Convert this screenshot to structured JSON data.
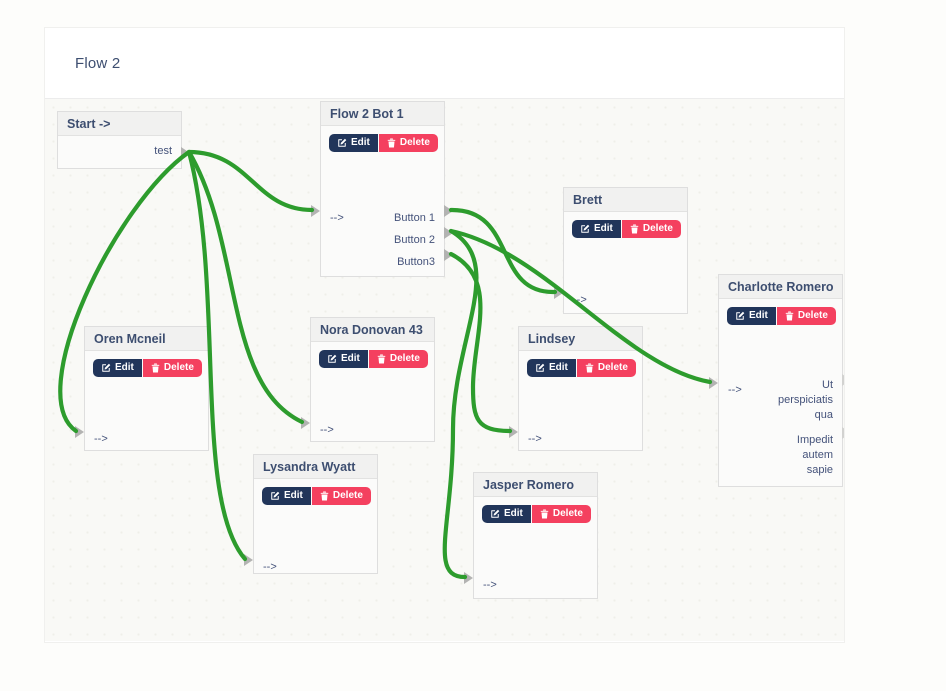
{
  "page": {
    "title": "Flow 2"
  },
  "buttons": {
    "edit": "Edit",
    "delete": "Delete"
  },
  "colors": {
    "edge": "#2d9c2d",
    "edit_button": "#21355a",
    "delete_button": "#f4405f",
    "header_text": "#3d4e70",
    "port": "#b3b3b2"
  },
  "nodes": [
    {
      "id": "start",
      "title": "Start ->",
      "has_buttons": false,
      "input_label": null,
      "outputs": [
        "test"
      ]
    },
    {
      "id": "flow2bot1",
      "title": "Flow 2 Bot 1",
      "has_buttons": true,
      "input_label": "-->",
      "outputs": [
        "Button 1",
        "Button 2",
        "Button3"
      ]
    },
    {
      "id": "brett",
      "title": "Brett",
      "has_buttons": true,
      "input_label": "-->",
      "outputs": []
    },
    {
      "id": "charlotte",
      "title": "Charlotte Romero",
      "has_buttons": true,
      "input_label": "-->",
      "outputs": [
        "Ut\nperspiciatis\nqua",
        "Impedit\nautem\nsapie"
      ]
    },
    {
      "id": "oren",
      "title": "Oren Mcneil",
      "has_buttons": true,
      "input_label": "-->",
      "outputs": []
    },
    {
      "id": "nora",
      "title": "Nora Donovan 43",
      "has_buttons": true,
      "input_label": "-->",
      "outputs": []
    },
    {
      "id": "lindsey",
      "title": "Lindsey",
      "has_buttons": true,
      "input_label": "-->",
      "outputs": []
    },
    {
      "id": "lysandra",
      "title": "Lysandra Wyatt",
      "has_buttons": true,
      "input_label": "-->",
      "outputs": []
    },
    {
      "id": "jasper",
      "title": "Jasper Romero",
      "has_buttons": true,
      "input_label": "-->",
      "outputs": []
    }
  ],
  "edges": [
    {
      "from": "start.test",
      "to": "flow2bot1"
    },
    {
      "from": "start.test",
      "to": "oren"
    },
    {
      "from": "start.test",
      "to": "nora"
    },
    {
      "from": "start.test",
      "to": "lysandra"
    },
    {
      "from": "flow2bot1.Button 1",
      "to": "brett"
    },
    {
      "from": "flow2bot1.Button 2",
      "to": "charlotte"
    },
    {
      "from": "flow2bot1.Button 2",
      "to": "jasper"
    },
    {
      "from": "flow2bot1.Button3",
      "to": "lindsey"
    }
  ]
}
